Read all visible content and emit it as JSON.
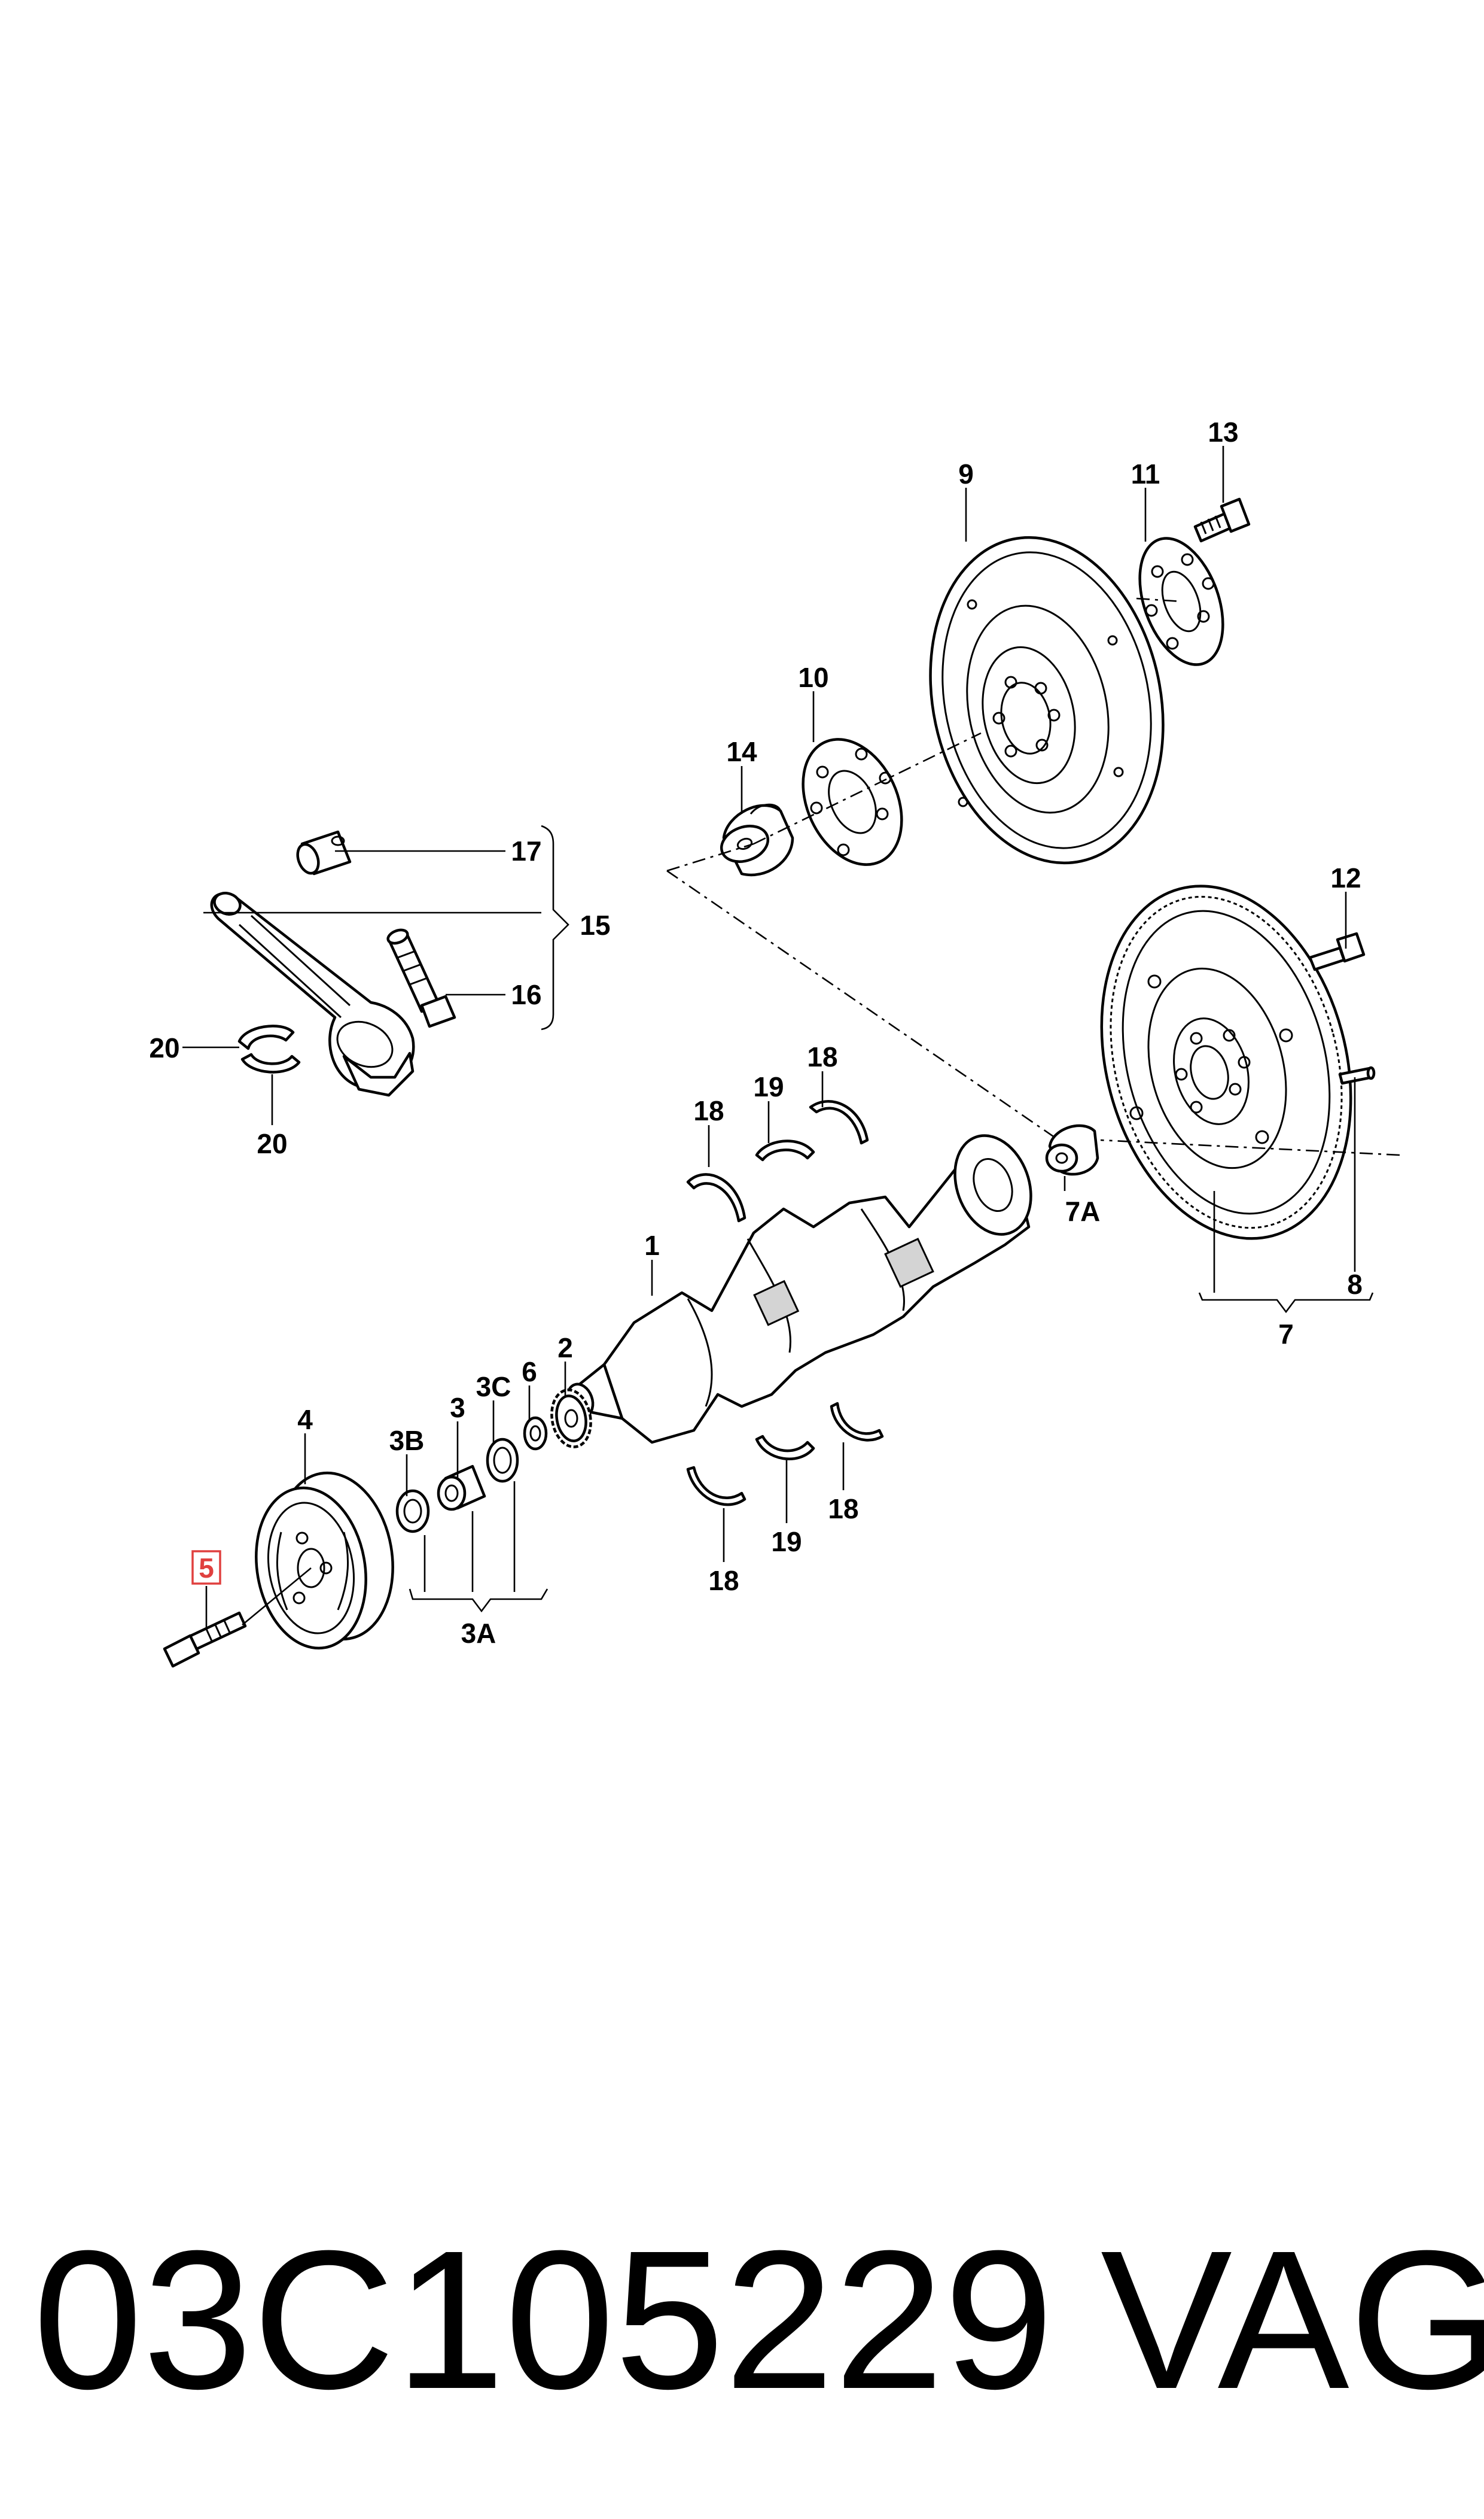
{
  "diagram": {
    "callouts": {
      "c1": "1",
      "c2": "2",
      "c3": "3",
      "c3a": "3A",
      "c3b": "3B",
      "c3c": "3C",
      "c4": "4",
      "c5": "5",
      "c6": "6",
      "c7": "7",
      "c7a": "7A",
      "c8": "8",
      "c9": "9",
      "c10": "10",
      "c11": "11",
      "c12": "12",
      "c13": "13",
      "c14": "14",
      "c15": "15",
      "c16": "16",
      "c17": "17",
      "c18a": "18",
      "c18b": "18",
      "c18c": "18",
      "c18d": "18",
      "c19a": "19",
      "c19b": "19",
      "c20a": "20",
      "c20b": "20"
    },
    "highlighted_callout": "5",
    "highlight_color": "#e0403f"
  },
  "footer": {
    "part_number": "03C105229",
    "brand": "VAG"
  }
}
